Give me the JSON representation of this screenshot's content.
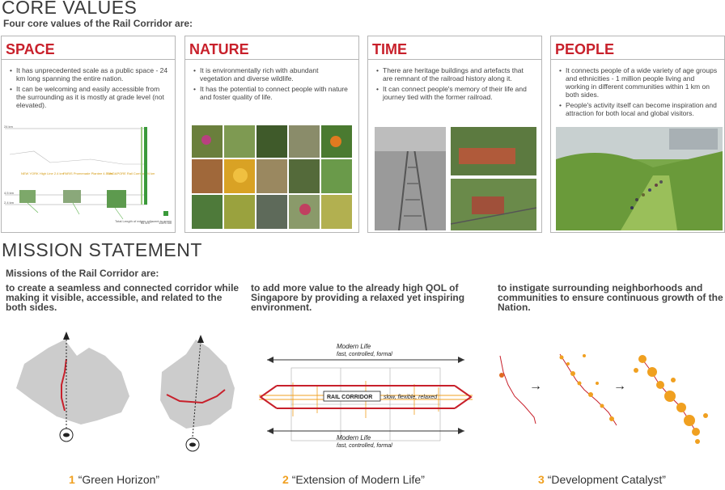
{
  "core": {
    "heading": "CORE VALUES",
    "subheading": "Four core values of the Rail Corridor are:",
    "panels": [
      {
        "title": "SPACE",
        "bullets": [
          "It has unprecedented scale as a public space - 24 km long spanning the entire nation.",
          "It can be welcoming and easily accessible from the surrounding as it is mostly at grade level (not elevated)."
        ]
      },
      {
        "title": "NATURE",
        "bullets": [
          "It is environmentally rich with abundant vegetation and diverse wildlife.",
          "It has the potential to connect people with nature and foster quality of life."
        ]
      },
      {
        "title": "TIME",
        "bullets": [
          "There are heritage buildings and artefacts that are remnant of the railroad history along it.",
          "It can connect people's memory of their life and journey tied with the former railroad."
        ]
      },
      {
        "title": "PEOPLE",
        "bullets": [
          "It connects people of a wide variety of age groups and ethnicities - 1 million people living and working in different communities within 1 km on both sides.",
          "People's activity itself can become inspiration and attraction for both local and global visitors."
        ]
      }
    ]
  },
  "space_diagram": {
    "labels": [
      "NEW YORK High Line 2.4 km",
      "PARIS Promenade Plantee 4.5 km",
      "SINGAPORE Rail Corridor 24 km"
    ],
    "axis": [
      "24 km",
      "4.5 km",
      "2.4 km"
    ],
    "legend": [
      "Total Length of edges adjacent to green",
      "44 km",
      "118.5 km"
    ]
  },
  "mission": {
    "heading": "MISSION STATEMENT",
    "subheading": "Missions of the Rail Corridor are:",
    "statements": [
      "to create a seamless and connected corridor while making it visible, accessible, and related to the both sides.",
      "to add more value to the already high QOL of Singapore by providing a relaxed yet inspiring environment.",
      "to instigate surrounding neighborhoods and communities to ensure continuous growth of the Nation."
    ],
    "captions": [
      {
        "num": "1",
        "text": "“Green Horizon”"
      },
      {
        "num": "2",
        "text": "“Extension of Modern Life”"
      },
      {
        "num": "3",
        "text": "“Development Catalyst”"
      }
    ],
    "diagram2": {
      "top_title": "Modern Life",
      "top_sub": "fast, controlled, formal",
      "center_box": "RAIL CORRIDOR",
      "center_sub": "slow, flexible, relaxed",
      "bottom_title": "Modern Life",
      "bottom_sub": "fast, controlled, formal"
    },
    "arrow_glyph": "→"
  },
  "colors": {
    "accent_red": "#c8202b",
    "accent_orange": "#f0a020",
    "map_gray": "#cccccc"
  }
}
